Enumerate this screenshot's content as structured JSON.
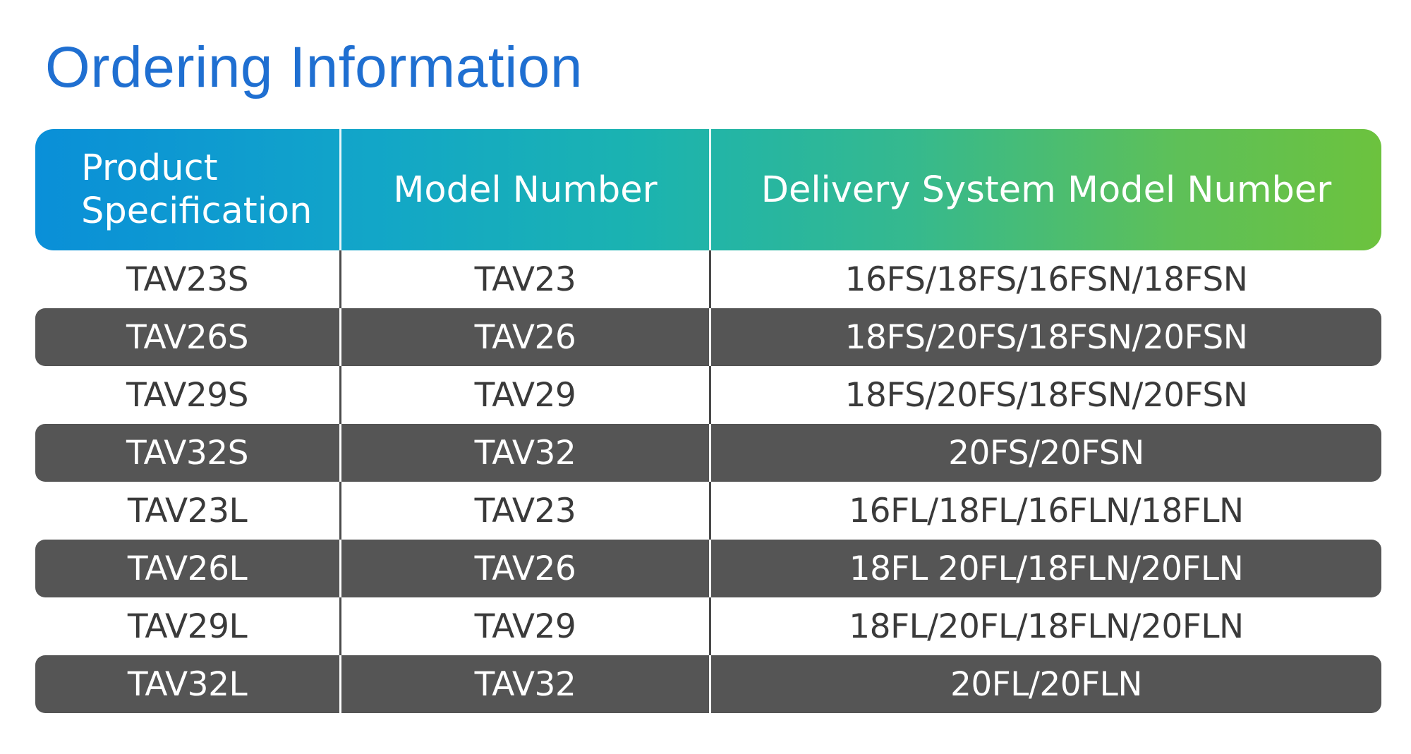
{
  "title": "Ordering Information",
  "table": {
    "headers": [
      "Product\nSpecification",
      "Model Number",
      "Delivery System Model Number"
    ],
    "rows": [
      {
        "spec": "TAV23S",
        "model": "TAV23",
        "delivery": "16FS/18FS/16FSN/18FSN"
      },
      {
        "spec": "TAV26S",
        "model": "TAV26",
        "delivery": "18FS/20FS/18FSN/20FSN"
      },
      {
        "spec": "TAV29S",
        "model": "TAV29",
        "delivery": "18FS/20FS/18FSN/20FSN"
      },
      {
        "spec": "TAV32S",
        "model": "TAV32",
        "delivery": "20FS/20FSN"
      },
      {
        "spec": "TAV23L",
        "model": "TAV23",
        "delivery": "16FL/18FL/16FLN/18FLN"
      },
      {
        "spec": "TAV26L",
        "model": "TAV26",
        "delivery": "18FL 20FL/18FLN/20FLN"
      },
      {
        "spec": "TAV29L",
        "model": "TAV29",
        "delivery": "18FL/20FL/18FLN/20FLN"
      },
      {
        "spec": "TAV32L",
        "model": "TAV32",
        "delivery": "20FL/20FLN"
      }
    ]
  },
  "colors": {
    "title": "#1f6fd1",
    "header_gradient_start": "#0a8fd8",
    "header_gradient_end": "#6cc23e",
    "dark_row": "#555555"
  }
}
